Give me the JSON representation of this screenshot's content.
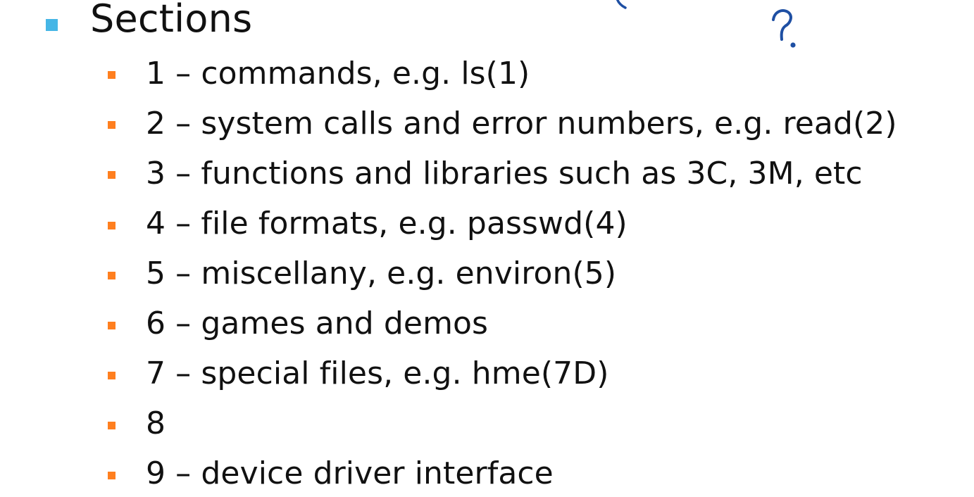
{
  "heading": {
    "text": "Sections",
    "bullet_color": "#45b6e6"
  },
  "items": [
    "1 – commands, e.g. ls(1)",
    "2 – system calls and error numbers, e.g. read(2)",
    "3 – functions and libraries such as 3C, 3M, etc",
    "4 – file formats, e.g. passwd(4)",
    "5 – miscellany, e.g. environ(5)",
    "6 – games and demos",
    "7 – special files, e.g. hme(7D)",
    "8",
    "9 – device driver interface"
  ],
  "item_bullet_color": "#ff7f1f",
  "annotation_color": "#1e4fa3",
  "handwritten_annotation": "?"
}
